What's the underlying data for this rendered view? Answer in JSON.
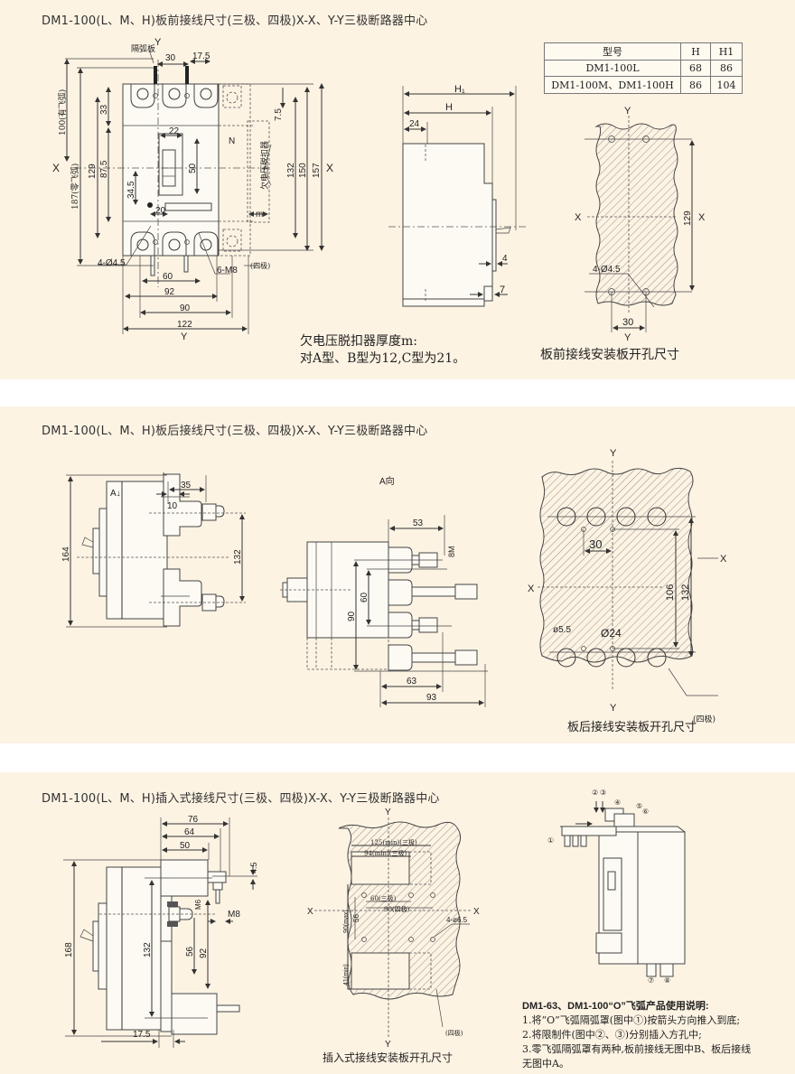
{
  "sections": [
    {
      "title": "DM1-100(L、M、H)板前接线尺寸(三极、四极)X-X、Y-Y三极断路器中心",
      "front_view": {
        "labels": {
          "arc_plate": "隔弧板",
          "y_axis": "Y",
          "x_axis": "X",
          "n_label": "N",
          "undervoltage": "欠电压脱扣器",
          "m": "m",
          "four_pole": "(四极)"
        },
        "dims": {
          "d30": "30",
          "d17_5": "17.5",
          "d33": "33",
          "d22": "22",
          "d7_5": "7.5",
          "d50": "50",
          "d87_5": "87.5",
          "d129": "129",
          "d34_5": "34.5",
          "d20": "20",
          "d132": "132",
          "d150": "150",
          "d157": "157",
          "d100": "100(有飞弧)",
          "d187": "187(零飞弧)",
          "holes": "4-Ø4.5",
          "screws": "6-M8",
          "d60": "60",
          "d92": "92",
          "d90": "90",
          "d122": "122"
        }
      },
      "side_view": {
        "dims": {
          "H1": "H₁",
          "H": "H",
          "d24": "24",
          "d4": "4",
          "d7": "7"
        }
      },
      "spec_table": {
        "headers": [
          "型号",
          "H",
          "H1"
        ],
        "rows": [
          [
            "DM1-100L",
            "68",
            "86"
          ],
          [
            "DM1-100M、DM1-100H",
            "86",
            "104"
          ]
        ]
      },
      "cutout": {
        "y": "Y",
        "x": "X",
        "d129": "129",
        "holes": "4-Ø4.5",
        "d30": "30",
        "caption": "板前接线安装板开孔尺寸"
      },
      "note_line1": "欠电压脱扣器厚度m:",
      "note_line2": "对A型、B型为12,C型为21。"
    },
    {
      "title": "DM1-100(L、M、H)板后接线尺寸(三极、四极)X-X、Y-Y三极断路器中心",
      "side_view": {
        "a_arrow": "A↓",
        "dims": {
          "d35": "35",
          "d10": "10",
          "d164": "164",
          "d132": "132"
        }
      },
      "a_view": {
        "label": "A向",
        "dims": {
          "d53": "53",
          "m8": "8M",
          "d60": "60",
          "d90": "90",
          "d63": "63",
          "d93": "93"
        }
      },
      "cutout": {
        "y": "Y",
        "x": "X",
        "d30": "30",
        "d106": "106",
        "d132": "132",
        "d5_5": "ø5.5",
        "d24": "Ø24",
        "four_pole": "(四极)",
        "caption": "板后接线安装板开孔尺寸"
      }
    },
    {
      "title": "DM1-100(L、M、H)插入式接线尺寸(三极、四极)X-X、Y-Y三极断路器中心",
      "side_view": {
        "dims": {
          "d76": "76",
          "d64": "64",
          "d50": "50",
          "d4_5": "4.5",
          "m6": "M6",
          "m8": "M8",
          "d168": "168",
          "d132": "132",
          "d56": "56",
          "d92": "92",
          "d17_5": "17.5"
        }
      },
      "cutout": {
        "y": "Y",
        "x": "X",
        "d125": "125(min)(三极)",
        "d94": "94(min)(三极)",
        "d60": "60(三极)",
        "d90": "90(四极)",
        "d90max": "90(max)",
        "d56": "56",
        "d41": "41(min)",
        "holes": "4-ø6.5",
        "four_pole": "(四极)",
        "caption": "插入式接线安装板开孔尺寸"
      },
      "assembly": {
        "markers": [
          "①",
          "②",
          "③",
          "④",
          "⑤",
          "⑥",
          "⑦",
          "⑧"
        ]
      },
      "usage": {
        "heading": "DM1-63、DM1-100“O”飞弧产品使用说明:",
        "lines": [
          "1.将“O”飞弧隔弧罩(图中①)按箭头方向推入到底;",
          "2.将限制件(图中②、③)分别插入方孔中;",
          "3.零飞弧隔弧罩有两种,板前接线无图中B、板后接线",
          "无图中A。"
        ]
      }
    }
  ]
}
